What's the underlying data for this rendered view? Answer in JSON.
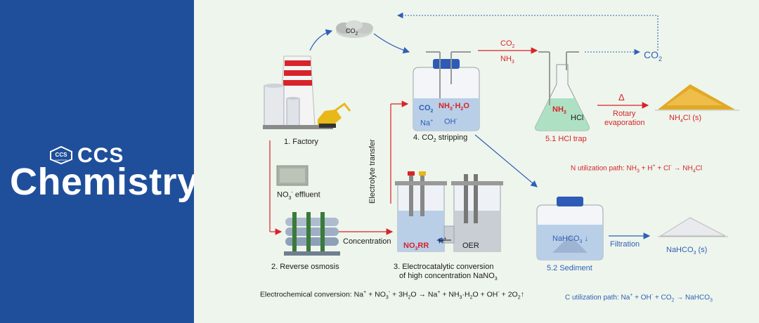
{
  "brand": {
    "logo_small": "CCS",
    "logo_tiny": "CHEMISTRY",
    "ccs": "CCS",
    "chemistry": "Chemistry"
  },
  "colors": {
    "brand_blue": "#1f4f9a",
    "accent_red": "#d8232a",
    "accent_blue": "#2f5fb8",
    "figure_bg": "#eef5ec"
  },
  "diagram": {
    "co2_cloud": "CO",
    "factory": "1. Factory",
    "effluent": "NO",
    "effluent_rest": "effluent",
    "reverse_osmosis": "2. Reverse osmosis",
    "concentration": "Concentration",
    "electrolyte_transfer": "Electrolyte transfer",
    "stripping_label": "4. CO",
    "stripping_rest": "stripping",
    "bottle_co2": "CO",
    "bottle_nh3": "NH",
    "bottle_h2o": "·H",
    "bottle_na": "Na",
    "bottle_oh": "OH",
    "gas_co2": "CO",
    "gas_nh3": "NH",
    "co2_right": "CO",
    "flask_nh3": "NH",
    "flask_hcl": "HCl",
    "hcl_trap": "5.1 HCl trap",
    "delta": "Δ",
    "rotary": "Rotary",
    "evaporation": "evaporation",
    "nh4cl": "NH",
    "nh4cl_rest": "Cl (s)",
    "n_path": "N utilization path: NH",
    "n_path_rest": " + H",
    "n_path_rest2": " + Cl",
    "n_path_rest3": " → NH",
    "n_path_end": "Cl",
    "electro_label": "3.  Electrocatalytic  conversion",
    "electro_label2": "of high concentration NaNO",
    "no3rr": "NO",
    "no3rr_rest": "RR",
    "h_plus": "H",
    "oer": "OER",
    "sediment_content": "NaHCO",
    "sediment": "5.2 Sediment",
    "filtration": "Filtration",
    "nahco3": "NaHCO",
    "nahco3_rest": " (s)",
    "equation": "Electrochemical conversion: Na",
    "eq_2": " + NO",
    "eq_3": " + 3H",
    "eq_4": "O → Na",
    "eq_5": " + NH",
    "eq_6": "·H",
    "eq_7": "O + OH",
    "eq_8": " + 2O",
    "eq_9": "↑",
    "c_path": "C utilization path: Na",
    "c_path_2": " + OH",
    "c_path_3": " + CO",
    "c_path_4": " → NaHCO"
  }
}
